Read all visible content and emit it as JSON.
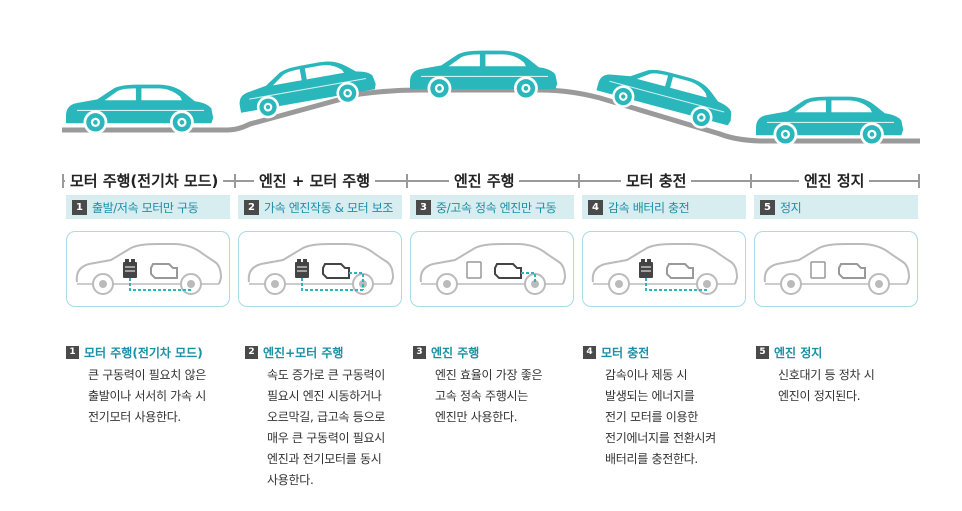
{
  "colors": {
    "accent": "#1b8fa6",
    "car": "#2ab7bb",
    "strip_bg": "#d7edf0",
    "card_border": "#a6dce4",
    "road": "#9a9a9a"
  },
  "stages": [
    {
      "num": "1",
      "title": "모터 주행(전기차 모드)",
      "strip": "출발/저속 모터만 구동",
      "desc_title": "모터 주행(전기차 모드)",
      "desc_lines": [
        "큰 구동력이 필요치 않은",
        "출발이나 서서히 가속 시",
        "전기모터 사용한다."
      ],
      "flow": "motor"
    },
    {
      "num": "2",
      "title": "엔진 + 모터 주행",
      "strip": "가속 엔진작동 & 모터 보조",
      "desc_title": "엔진+모터 주행",
      "desc_lines": [
        "속도 증가로 큰 구동력이",
        "필요시 엔진 시동하거나",
        "오르막길, 급고속 등으로",
        "매우 큰 구동력이 필요시",
        "엔진과 전기모터를 동시",
        "사용한다."
      ],
      "flow": "both"
    },
    {
      "num": "3",
      "title": "엔진 주행",
      "strip": "중/고속 정속 엔진만 구동",
      "desc_title": "엔진 주행",
      "desc_lines": [
        "엔진 효율이 가장 좋은",
        "고속 정속 주행시는",
        "엔진만 사용한다."
      ],
      "flow": "engine"
    },
    {
      "num": "4",
      "title": "모터 충전",
      "strip": "감속 배터리 충전",
      "desc_title": "모터 충전",
      "desc_lines": [
        "감속이나 제동 시",
        "발생되는 에너지를",
        "전기 모터를 이용한",
        "전기에너지를 전환시켜",
        "배터리를 충전한다."
      ],
      "flow": "charge"
    },
    {
      "num": "5",
      "title": "엔진 정지",
      "strip": "정지",
      "desc_title": "엔진 정지",
      "desc_lines": [
        "신호대기 등 정차 시",
        "엔진이 정지된다."
      ],
      "flow": "none"
    }
  ]
}
